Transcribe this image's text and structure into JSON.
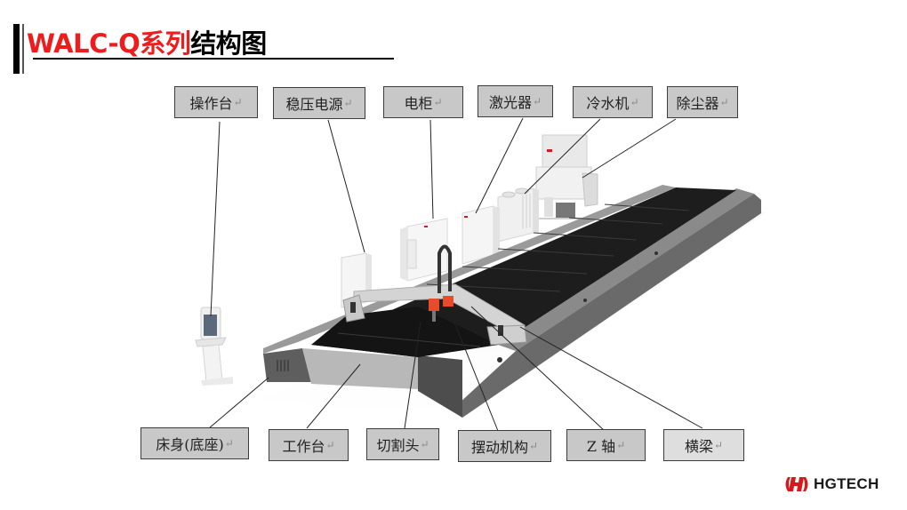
{
  "header": {
    "title_red": "WALC-Q系列",
    "title_black": "结构图"
  },
  "labels_top": [
    {
      "id": "operation-console",
      "text": "操作台"
    },
    {
      "id": "voltage-stabilizer",
      "text": "稳压电源"
    },
    {
      "id": "electric-cabinet",
      "text": "电柜"
    },
    {
      "id": "laser",
      "text": "激光器"
    },
    {
      "id": "water-chiller",
      "text": "冷水机"
    },
    {
      "id": "dust-collector",
      "text": "除尘器"
    }
  ],
  "labels_bottom": [
    {
      "id": "bed-base",
      "text": "床身(底座)"
    },
    {
      "id": "work-table",
      "text": "工作台"
    },
    {
      "id": "cutting-head",
      "text": "切割头"
    },
    {
      "id": "swing-mechanism",
      "text": "摆动机构"
    },
    {
      "id": "z-axis",
      "text": "Z 轴"
    },
    {
      "id": "crossbeam",
      "text": "横梁"
    }
  ],
  "paragraph_mark": "↵",
  "logo": {
    "text": "HGTECH",
    "brand_color": "#d7191c"
  },
  "colors": {
    "title_red": "#ee1c1c",
    "label_fill": "#c8c8c8",
    "label_fill_light": "#dedede",
    "accent_orange": "#e84a2c"
  }
}
